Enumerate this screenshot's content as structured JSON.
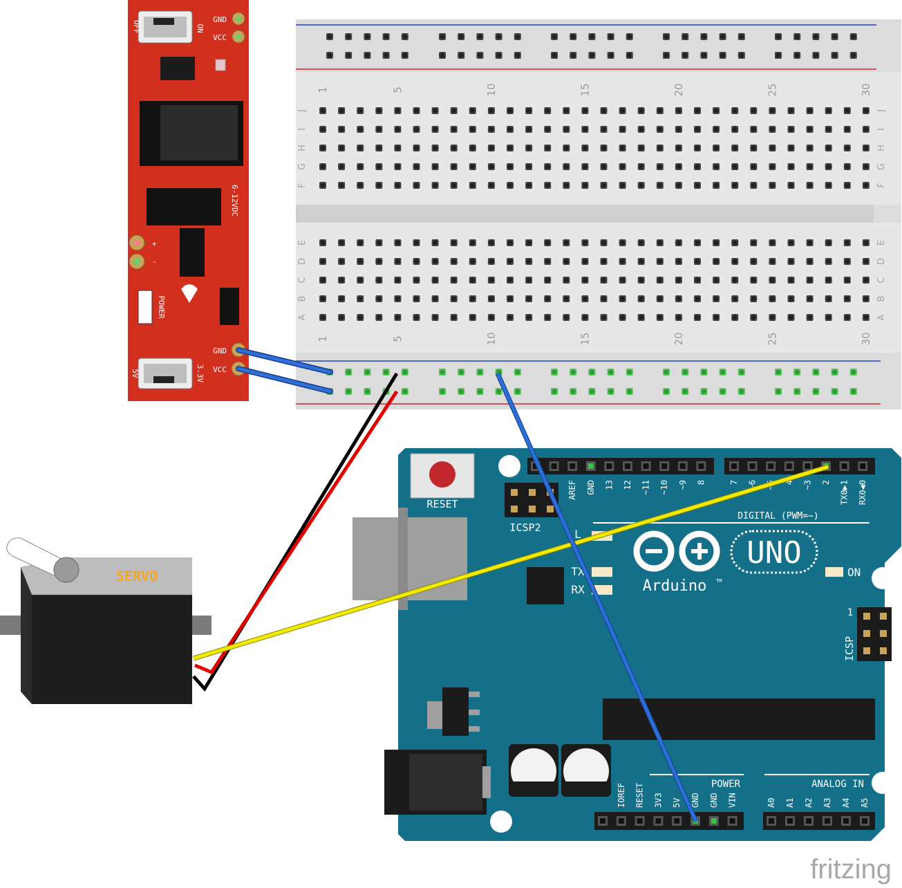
{
  "power_supply": {
    "top_switch_left": "OFF",
    "top_switch_right": "ON",
    "top_gnd": "GND",
    "top_vcc": "VCC",
    "jack_label": "6-12VDC",
    "plus": "+",
    "minus": "-",
    "power_label": "POWER",
    "bottom_gnd": "GND",
    "bottom_vcc": "VCC",
    "switch_left": "5V",
    "switch_right": "3.3V",
    "board_color": "#d32f1f"
  },
  "breadboard": {
    "column_numbers": [
      "1",
      "5",
      "10",
      "15",
      "20",
      "25",
      "30"
    ],
    "rows_top": [
      "J",
      "I",
      "H",
      "G",
      "F"
    ],
    "rows_bottom": [
      "E",
      "D",
      "C",
      "B",
      "A"
    ],
    "rail_blue": "#1f3fd0",
    "rail_red": "#d8232a"
  },
  "arduino": {
    "reset": "RESET",
    "icsp2": "ICSP2",
    "icsp": "ICSP",
    "icsp_pin1": "1",
    "digital_label": "DIGITAL (PWM=~)",
    "digital_pins": [
      "AREF",
      "GND",
      "13",
      "12",
      "~11",
      "~10",
      "~9",
      "8",
      "7",
      "~6",
      "~5",
      "4",
      "~3",
      "2",
      "TX0▶1",
      "RX0◀0"
    ],
    "led_l": "L",
    "led_tx": "TX",
    "led_rx": "RX",
    "logo_text": "Arduino",
    "tm": "TM",
    "model": "UNO",
    "on_label": "ON",
    "power_label": "POWER",
    "power_pins": [
      "IOREF",
      "RESET",
      "3V3",
      "5V",
      "GND",
      "GND",
      "VIN"
    ],
    "analog_label": "ANALOG IN",
    "analog_pins": [
      "A0",
      "A1",
      "A2",
      "A3",
      "A4",
      "A5"
    ],
    "board_color": "#137088"
  },
  "servo": {
    "label": "SERVO",
    "label_color": "#f6a623"
  },
  "wires": {
    "supply_gnd": "#1f5fc8",
    "supply_vcc": "#1f5fc8",
    "servo_gnd": "#000000",
    "servo_vcc": "#e00000",
    "servo_signal": "#f2ea00",
    "arduino_gnd": "#2a6fd6"
  },
  "watermark": "fritzing"
}
